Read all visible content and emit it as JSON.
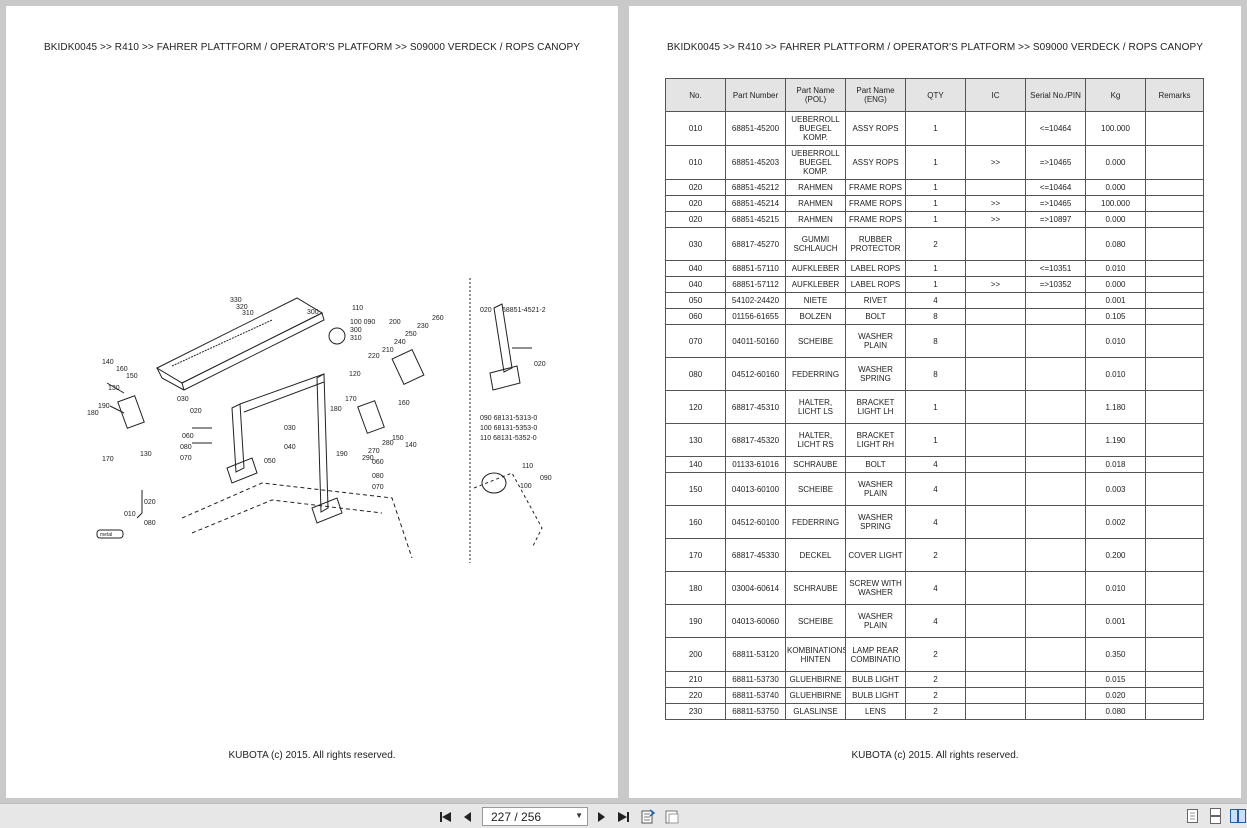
{
  "left_page": {
    "header": "BKIDK0045 >> R410 >> FAHRER PLATTFORM / OPERATOR'S PLATFORM >> S09000    VERDECK / ROPS CANOPY",
    "footer": "KUBOTA (c) 2015. All rights reserved.",
    "diagram": {
      "labels": [
        "330",
        "320",
        "310",
        "300",
        "110",
        "100",
        "090",
        "300",
        "310",
        "200",
        "260",
        "230",
        "250",
        "240",
        "220",
        "210",
        "140",
        "150",
        "130",
        "190",
        "180",
        "030",
        "020",
        "010",
        "120",
        "170",
        "180",
        "160",
        "150",
        "140",
        "060",
        "080",
        "070",
        "040",
        "030",
        "050",
        "270",
        "280",
        "290",
        "060",
        "080",
        "070",
        "190",
        "170",
        "130",
        "020",
        "010",
        "080"
      ],
      "inset_top": {
        "code": "020",
        "part": "68851-4521-2",
        "arrow": "020"
      },
      "inset_parts": [
        "090  68131-5313-0",
        "100  68131-5353-0",
        "110  68131-5352-0"
      ],
      "inset_bottom": [
        "110",
        "090",
        "100"
      ],
      "stamp": "metal"
    }
  },
  "right_page": {
    "header": "BKIDK0045 >> R410 >> FAHRER PLATTFORM / OPERATOR'S PLATFORM >> S09000    VERDECK / ROPS CANOPY",
    "footer": "KUBOTA (c) 2015. All rights reserved.",
    "table": {
      "headers": [
        "No.",
        "Part Number",
        "Part Name (POL)",
        "Part Name (ENG)",
        "QTY",
        "IC",
        "Serial No./PIN",
        "Kg",
        "Remarks"
      ],
      "rows": [
        [
          "010",
          "68851-45200",
          "UEBERROLL BUEGEL KOMP.",
          "ASSY ROPS",
          "1",
          "",
          "<=10464",
          "100.000",
          ""
        ],
        [
          "010",
          "68851-45203",
          "UEBERROLL BUEGEL KOMP.",
          "ASSY ROPS",
          "1",
          ">>",
          "=>10465",
          "0.000",
          ""
        ],
        [
          "020",
          "68851-45212",
          "RAHMEN",
          "FRAME ROPS",
          "1",
          "",
          "<=10464",
          "0.000",
          ""
        ],
        [
          "020",
          "68851-45214",
          "RAHMEN",
          "FRAME ROPS",
          "1",
          ">>",
          "=>10465",
          "100.000",
          ""
        ],
        [
          "020",
          "68851-45215",
          "RAHMEN",
          "FRAME ROPS",
          "1",
          ">>",
          "=>10897",
          "0.000",
          ""
        ],
        [
          "030",
          "68817-45270",
          "GUMMI SCHLAUCH",
          "RUBBER PROTECTOR",
          "2",
          "",
          "",
          "0.080",
          ""
        ],
        [
          "040",
          "68851-57110",
          "AUFKLEBER",
          "LABEL ROPS",
          "1",
          "",
          "<=10351",
          "0.010",
          ""
        ],
        [
          "040",
          "68851-57112",
          "AUFKLEBER",
          "LABEL ROPS",
          "1",
          ">>",
          "=>10352",
          "0.000",
          ""
        ],
        [
          "050",
          "54102-24420",
          "NIETE",
          "RIVET",
          "4",
          "",
          "",
          "0.001",
          ""
        ],
        [
          "060",
          "01156-61655",
          "BOLZEN",
          "BOLT",
          "8",
          "",
          "",
          "0.105",
          ""
        ],
        [
          "070",
          "04011-50160",
          "SCHEIBE",
          "WASHER PLAIN",
          "8",
          "",
          "",
          "0.010",
          ""
        ],
        [
          "080",
          "04512-60160",
          "FEDERRING",
          "WASHER SPRING",
          "8",
          "",
          "",
          "0.010",
          ""
        ],
        [
          "120",
          "68817-45310",
          "HALTER, LICHT LS",
          "BRACKET LIGHT LH",
          "1",
          "",
          "",
          "1.180",
          ""
        ],
        [
          "130",
          "68817-45320",
          "HALTER, LICHT RS",
          "BRACKET LIGHT RH",
          "1",
          "",
          "",
          "1.190",
          ""
        ],
        [
          "140",
          "01133-61016",
          "SCHRAUBE",
          "BOLT",
          "4",
          "",
          "",
          "0.018",
          ""
        ],
        [
          "150",
          "04013-60100",
          "SCHEIBE",
          "WASHER PLAIN",
          "4",
          "",
          "",
          "0.003",
          ""
        ],
        [
          "160",
          "04512-60100",
          "FEDERRING",
          "WASHER SPRING",
          "4",
          "",
          "",
          "0.002",
          ""
        ],
        [
          "170",
          "68817-45330",
          "DECKEL",
          "COVER LIGHT",
          "2",
          "",
          "",
          "0.200",
          ""
        ],
        [
          "180",
          "03004-60614",
          "SCHRAUBE",
          "SCREW WITH WASHER",
          "4",
          "",
          "",
          "0.010",
          ""
        ],
        [
          "190",
          "04013-60060",
          "SCHEIBE",
          "WASHER PLAIN",
          "4",
          "",
          "",
          "0.001",
          ""
        ],
        [
          "200",
          "68811-53120",
          "KOMBINATIONSLAMPE HINTEN",
          "LAMP REAR COMBINATIO",
          "2",
          "",
          "",
          "0.350",
          ""
        ],
        [
          "210",
          "68811-53730",
          "GLUEHBIRNE",
          "BULB LIGHT",
          "2",
          "",
          "",
          "0.015",
          ""
        ],
        [
          "220",
          "68811-53740",
          "GLUEHBIRNE",
          "BULB LIGHT",
          "2",
          "",
          "",
          "0.020",
          ""
        ],
        [
          "230",
          "68811-53750",
          "GLASLINSE",
          "LENS",
          "2",
          "",
          "",
          "0.080",
          ""
        ]
      ]
    }
  },
  "toolbar": {
    "page_indicator": "227 / 256",
    "icons": [
      "first-page-icon",
      "prev-page-icon",
      "next-page-icon",
      "last-page-icon",
      "fit-width-icon",
      "fit-page-icon",
      "single-page-icon",
      "two-page-icon",
      "continuous-icon"
    ]
  }
}
